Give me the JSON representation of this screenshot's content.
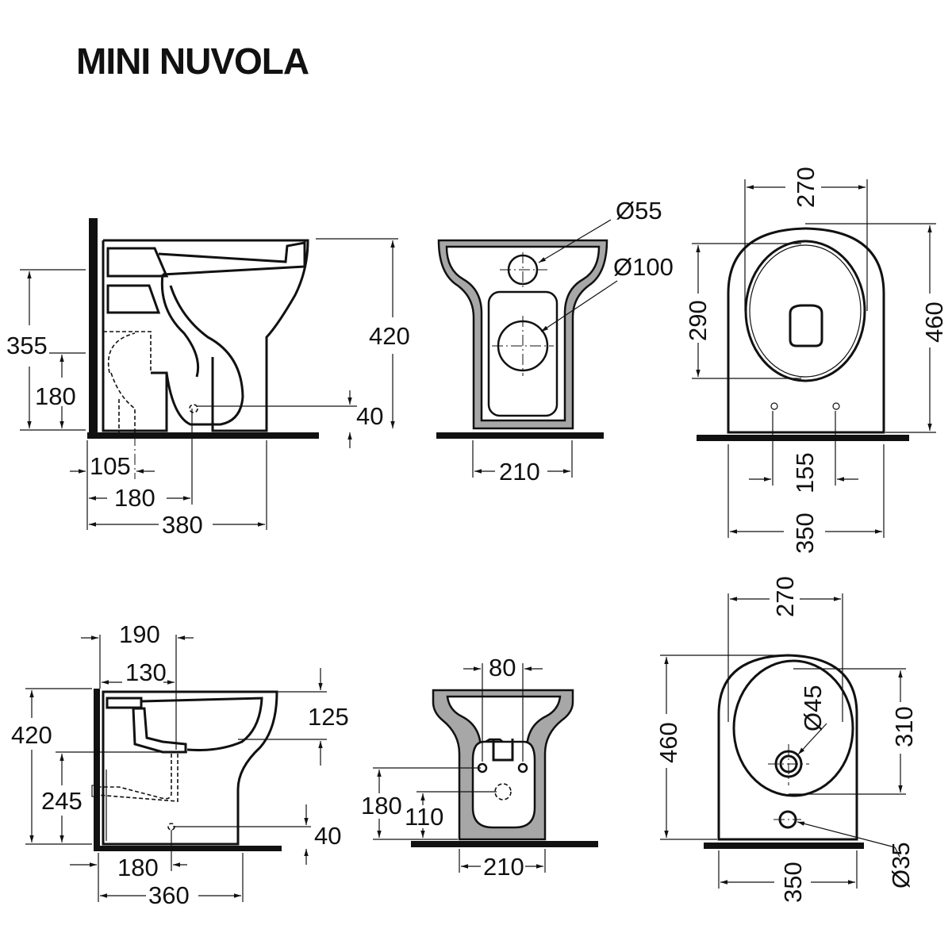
{
  "title": "MINI NUVOLA",
  "dims": {
    "wc_side": {
      "h355": "355",
      "h180": "180",
      "h420": "420",
      "h40": "40",
      "w105": "105",
      "w180": "180",
      "w380": "380"
    },
    "wc_front": {
      "d55": "Ø55",
      "d100": "Ø100",
      "w210": "210"
    },
    "wc_top": {
      "w270": "270",
      "h290": "290",
      "h460": "460",
      "w155": "155",
      "w350": "350"
    },
    "bidet_side": {
      "w190": "190",
      "w130": "130",
      "h125": "125",
      "h420": "420",
      "h245": "245",
      "h40": "40",
      "w180": "180",
      "w360": "360"
    },
    "bidet_front": {
      "w80": "80",
      "h180": "180",
      "h110": "110",
      "w210": "210"
    },
    "bidet_top": {
      "w270": "270",
      "h460": "460",
      "d45": "Ø45",
      "h310": "310",
      "w350": "350",
      "d35": "Ø35"
    }
  }
}
